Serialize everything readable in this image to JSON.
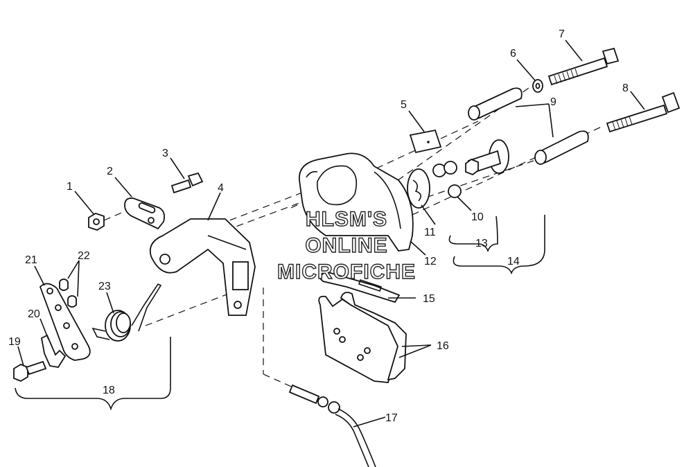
{
  "callouts": {
    "c1": "1",
    "c2": "2",
    "c3": "3",
    "c4": "4",
    "c5": "5",
    "c6": "6",
    "c7": "7",
    "c8": "8",
    "c9": "9",
    "c10": "10",
    "c11": "11",
    "c12": "12",
    "c13": "13",
    "c14": "14",
    "c15": "15",
    "c16": "16",
    "c17": "17",
    "c18": "18",
    "c19": "19",
    "c20": "20",
    "c21": "21",
    "c22": "22",
    "c23": "23"
  },
  "watermark": {
    "line1": "HLSM'S",
    "line2": "ONLINE",
    "line3": "MICROFICHE"
  },
  "colors": {
    "ink": "#111111",
    "paper": "#ffffff"
  }
}
